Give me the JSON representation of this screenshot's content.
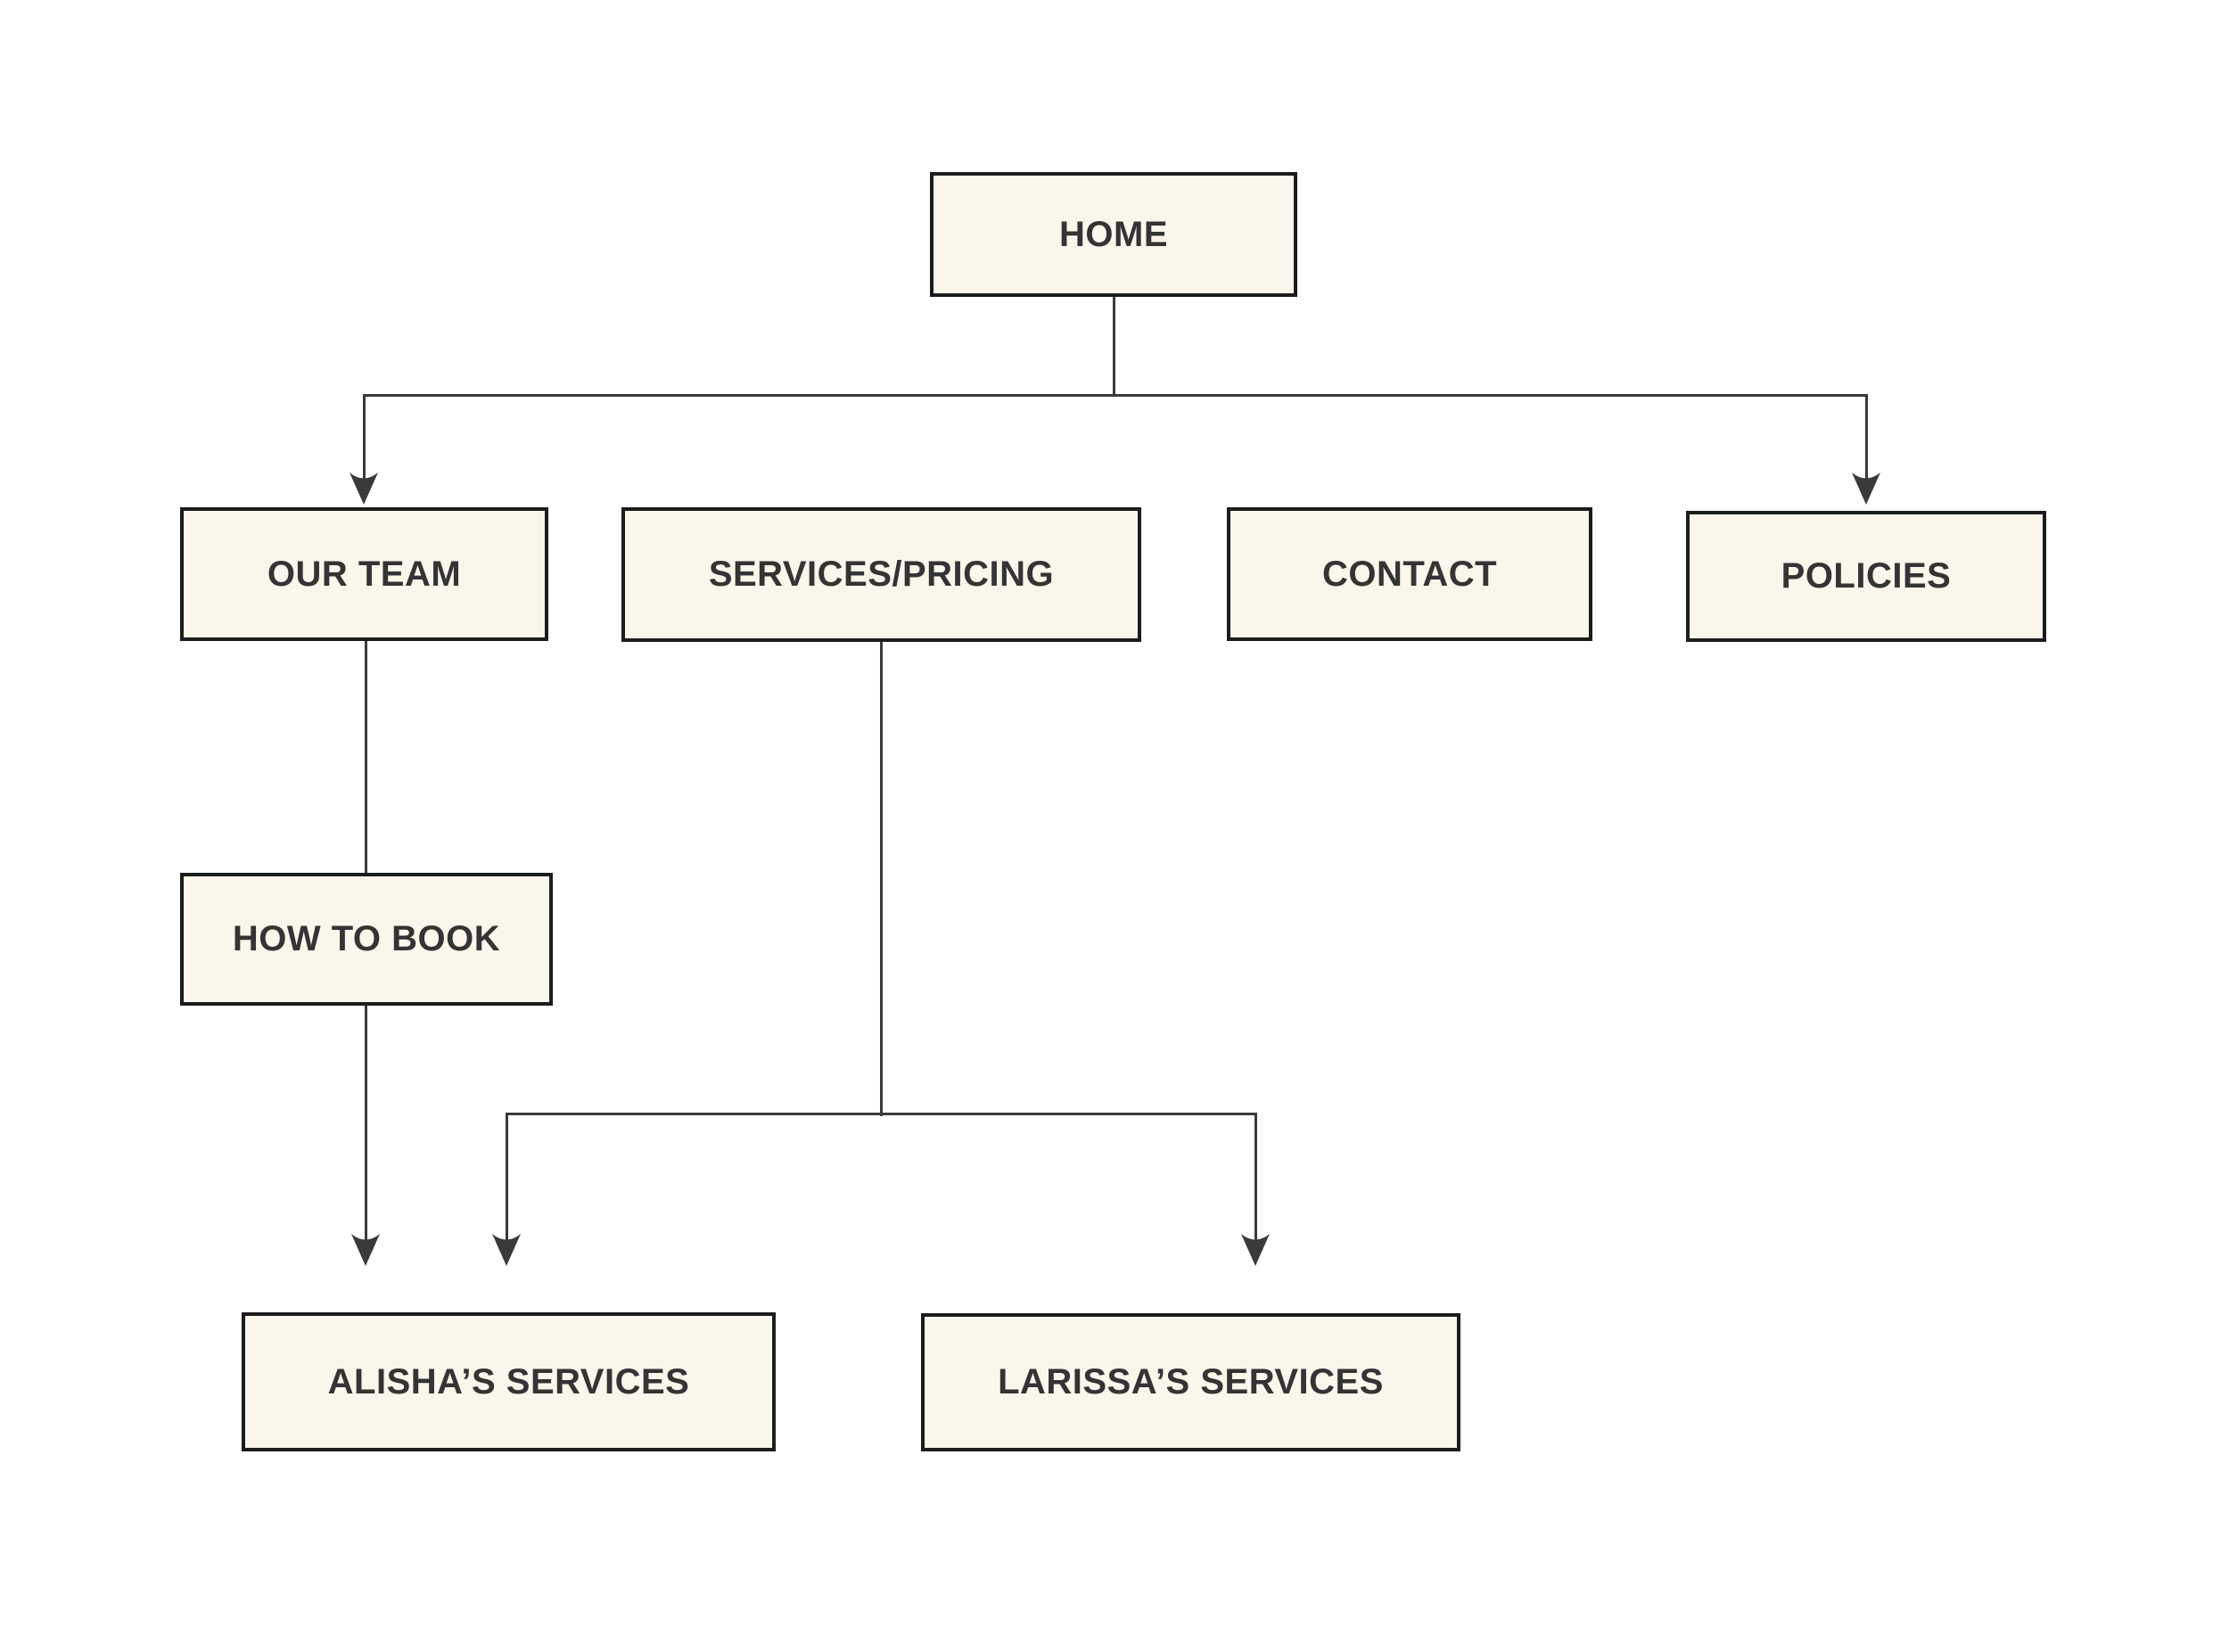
{
  "diagram": {
    "type": "sitemap-flowchart",
    "background_color": "#FFFFFF",
    "node_fill_color": "#FBF6EB",
    "node_border_color": "#1C1C1C",
    "connector_color": "#3A3A3A",
    "text_color": "#343434",
    "nodes": [
      {
        "id": "home",
        "label": "HOME"
      },
      {
        "id": "our-team",
        "label": "OUR TEAM"
      },
      {
        "id": "services-pricing",
        "label": "SERVICES/PRICING"
      },
      {
        "id": "contact",
        "label": "CONTACT"
      },
      {
        "id": "policies",
        "label": "POLICIES"
      },
      {
        "id": "how-to-book",
        "label": "HOW TO BOOK"
      },
      {
        "id": "alishas-services",
        "label": "ALISHA’S SERVICES"
      },
      {
        "id": "larissas-services",
        "label": "LARISSA’S SERVICES"
      }
    ],
    "edges": [
      {
        "from": "home",
        "to": "our-team",
        "arrow": true
      },
      {
        "from": "home",
        "to": "policies",
        "arrow": true
      },
      {
        "from": "our-team",
        "to": "how-to-book",
        "arrow": false
      },
      {
        "from": "how-to-book",
        "to": "alishas-services",
        "arrow": true
      },
      {
        "from": "services-pricing",
        "to": "alishas-services",
        "arrow": true
      },
      {
        "from": "services-pricing",
        "to": "larissas-services",
        "arrow": true
      }
    ]
  }
}
